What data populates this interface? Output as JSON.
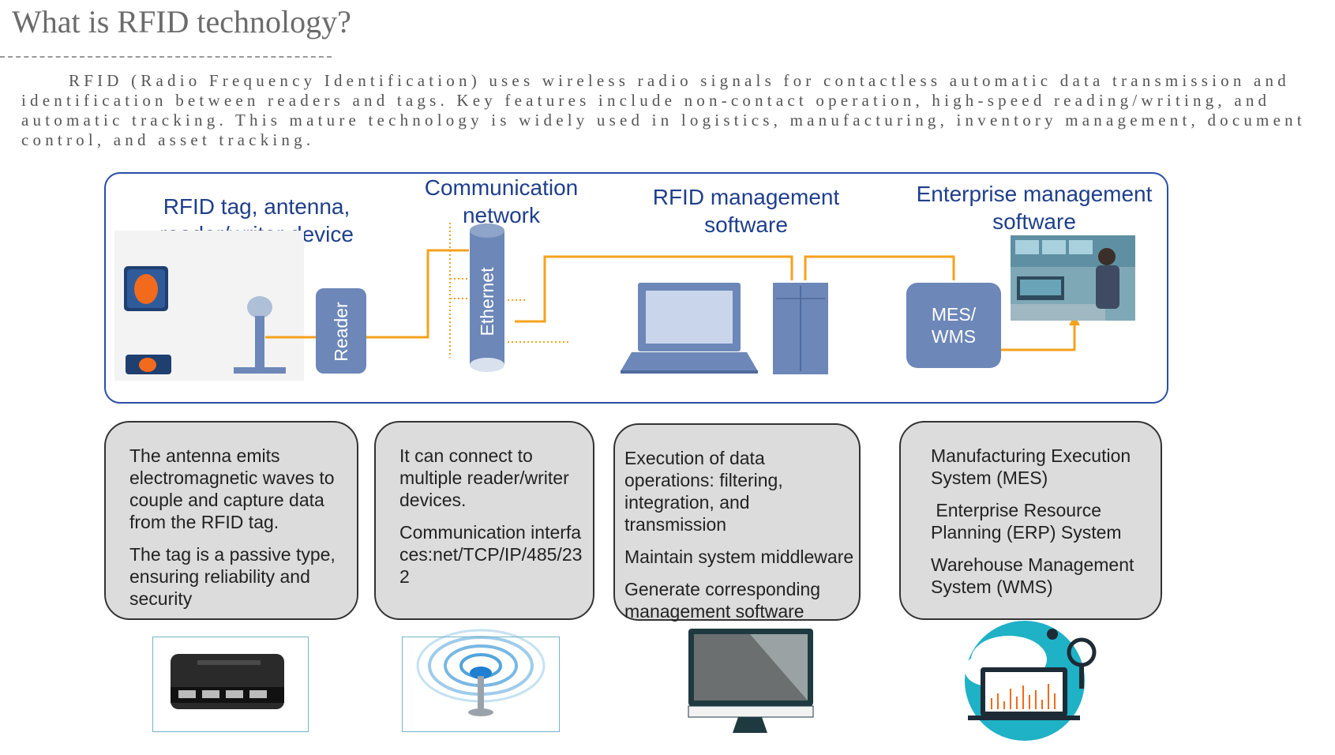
{
  "title": "What is RFID technology?",
  "intro": "RFID (Radio Frequency Identification) uses wireless radio signals for contactless automatic data transmission and identification between readers and tags. Key features include non-contact operation, high-speed reading/writing, and automatic tracking. This mature technology is widely used in logistics, manufacturing, inventory management, document control, and asset tracking.",
  "sections": [
    {
      "title": "RFID tag, antenna,\nreader/writer device"
    },
    {
      "title": "Communication\nnetwork"
    },
    {
      "title": "RFID management\nsoftware"
    },
    {
      "title": "Enterprise management\nsoftware"
    }
  ],
  "labels": {
    "reader": "Reader",
    "ethernet": "Ethernet",
    "mes_wms": "MES/\nWMS"
  },
  "descriptions": [
    {
      "paragraphs": [
        "The antenna emits electromagnetic waves to couple and capture data from the RFID tag.",
        "The tag is a passive type, ensuring reliability and security"
      ]
    },
    {
      "paragraphs": [
        "It can connect to multiple reader/writer devices.",
        "Communication interfaces:net/TCP/IP/485/232"
      ]
    },
    {
      "paragraphs": [
        "Execution of data operations: filtering, integration, and transmission",
        "Maintain system middleware",
        "Generate corresponding management software"
      ]
    },
    {
      "paragraphs": [
        "Manufacturing Execution System (MES)",
        " Enterprise Resource Planning (ERP) System",
        "Warehouse Management System (WMS)"
      ]
    }
  ],
  "colors": {
    "accent_orange": "#f5a21c",
    "device_blue": "#6c87b8",
    "panel_border": "#2a4fa8",
    "title_blue": "#1f3f8c",
    "desc_bg": "#dcdcdc"
  },
  "icons": [
    "rfid-tag-icon",
    "antenna-icon",
    "laptop-icon",
    "server-icon",
    "control-room-image",
    "network-switch-icon",
    "wireless-signal-icon",
    "monitor-icon",
    "cloud-analytics-icon"
  ]
}
